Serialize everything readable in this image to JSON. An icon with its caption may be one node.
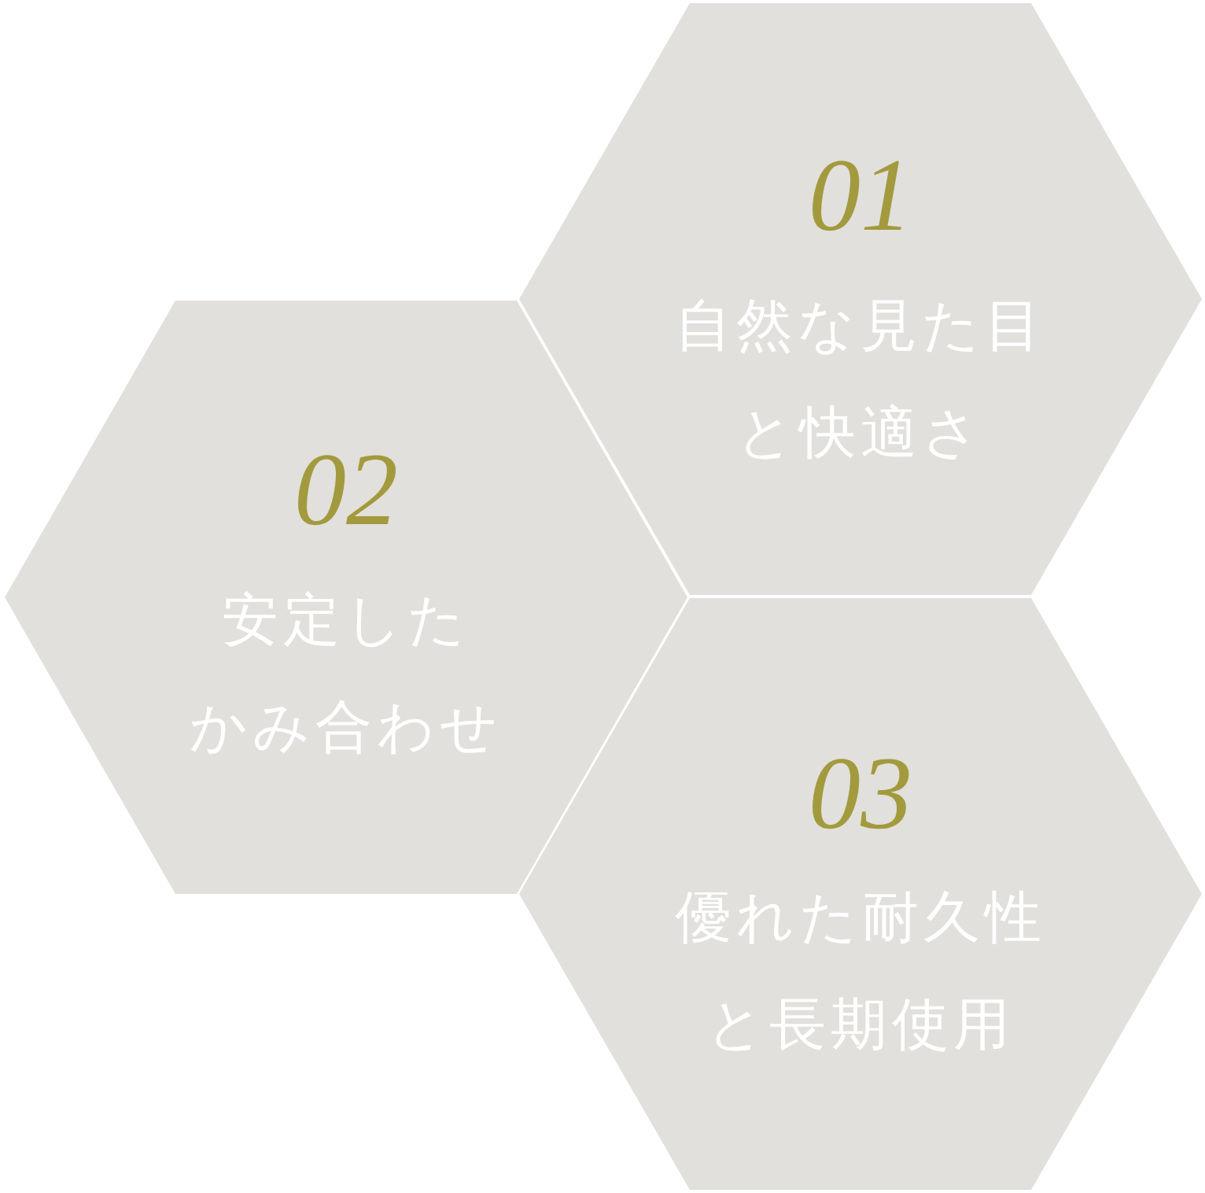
{
  "diagram": {
    "nodes": [
      {
        "text": [
          "01",
          "自然な見た目と快適さ"
        ]
      },
      {
        "text": [
          "02",
          "安定したかみ合わせ"
        ]
      },
      {
        "text": [
          "03",
          "優れた耐久性と長期使用"
        ]
      }
    ]
  }
}
